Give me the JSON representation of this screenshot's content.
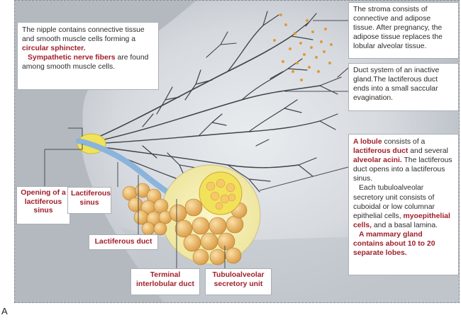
{
  "figure_label": "A",
  "colors": {
    "accent_red": "#a01f2a",
    "tissue_gray": "#b4b9c0",
    "duct_blue": "#8ab4dc",
    "acini_orange": "#e8b05a",
    "nipple_yellow": "#f2e25a"
  },
  "callouts": {
    "nipple": {
      "line1": "The nipple contains connective tissue and smooth muscle cells forming a",
      "line1_red": "circular sphincter.",
      "line2_red": "Sympathetic nerve fibers",
      "line2": "are found among smooth muscle cells."
    },
    "stroma": {
      "text": "The stroma consists of connective and adipose tissue. After pregnancy, the adipose tissue replaces the lobular alveolar tissue."
    },
    "duct_system": {
      "text": "Duct system of an inactive gland.The lactiferous duct ends into a small saccular evagination."
    },
    "lobule": {
      "p1_red1": "A lobule",
      "p1_t1": "consists of a",
      "p1_red2": "lactiferous duct",
      "p1_t2": "and several",
      "p1_red3": "alveolar acini.",
      "p1_t3": "The lactiferous duct opens into a lactiferous sinus.",
      "p2_t1": "Each tubuloalveolar secretory unit consists of cuboidal or low columnar epithelial cells,",
      "p2_red1": "myoepithelial cells,",
      "p2_t2": "and a basal lamina.",
      "p3_red": "A mammary gland contains about 10 to 20 separate lobes."
    }
  },
  "labels": {
    "opening": "Opening of a lactiferous sinus",
    "sinus": "Lactiferous sinus",
    "duct": "Lactiferous duct",
    "terminal": "Terminal interlobular duct",
    "tubulo": "Tubuloalveolar secretory unit"
  }
}
